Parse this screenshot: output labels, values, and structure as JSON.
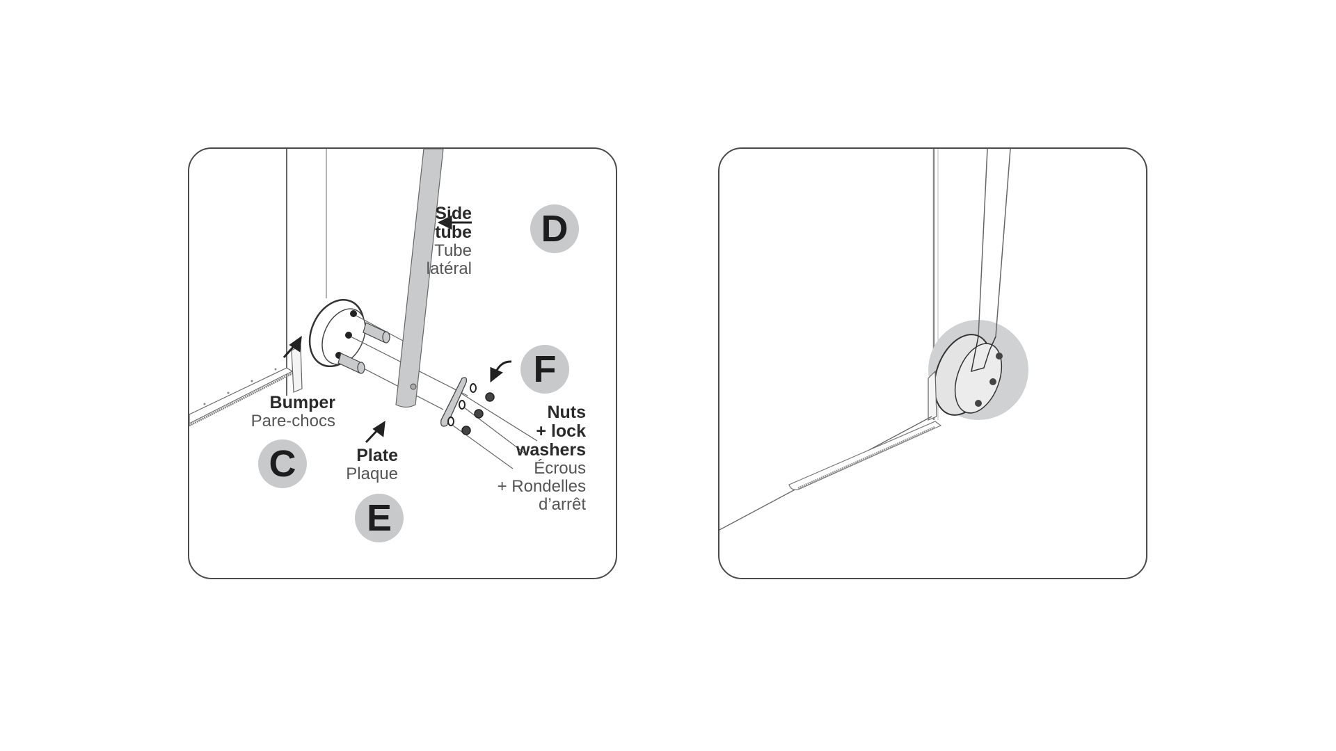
{
  "panels": [
    {
      "id": "left",
      "callouts": [
        {
          "badge": "D",
          "en": "Side tube",
          "en_lines": [
            "Side",
            "tube"
          ],
          "fr_lines": [
            "Tube",
            "latéral"
          ]
        },
        {
          "badge": "C",
          "en_lines": [
            "Bumper"
          ],
          "fr_lines": [
            "Pare-chocs"
          ]
        },
        {
          "badge": "E",
          "en_lines": [
            "Plate"
          ],
          "fr_lines": [
            "Plaque"
          ]
        },
        {
          "badge": "F",
          "en_lines": [
            "Nuts",
            "+ lock",
            "washers"
          ],
          "fr_lines": [
            "Écrous",
            "+ Rondelles",
            "d’arrêt"
          ]
        }
      ]
    },
    {
      "id": "right",
      "description": "Assembled view: side tube attached to bumper base at frame corner, highlighted"
    }
  ],
  "colors": {
    "border": "#4a4a4a",
    "badge_fill": "#c8c9cb",
    "tube_fill": "#c9cacc",
    "highlight": "#d0d1d3",
    "line": "#555555"
  }
}
